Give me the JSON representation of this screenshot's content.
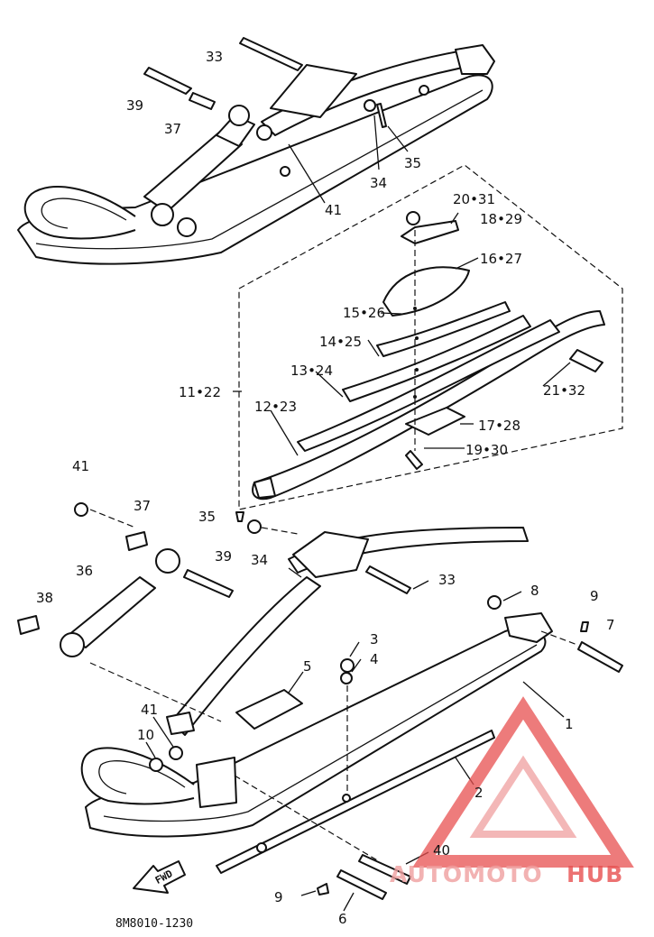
{
  "labels": {
    "l33a": "33",
    "l39a": "39",
    "l37a": "37",
    "l41a": "41",
    "l34a": "34",
    "l35a": "35",
    "l2031": "20•31",
    "l1829": "18•29",
    "l1627": "16•27",
    "l1526": "15•26",
    "l1425": "14•25",
    "l1324": "13•24",
    "l1122": "11•22",
    "l1223": "12•23",
    "l2132": "21•32",
    "l1728": "17•28",
    "l1930": "19•30",
    "l41b": "41",
    "l37b": "37",
    "l35b": "35",
    "l34b": "34",
    "l39b": "39",
    "l36": "36",
    "l33b": "33",
    "l38": "38",
    "l8": "8",
    "l9a": "9",
    "l7": "7",
    "l3": "3",
    "l4": "4",
    "l5": "5",
    "l1": "1",
    "l41c": "41",
    "l10": "10",
    "l2": "2",
    "l40": "40",
    "l9b": "9",
    "l6": "6"
  },
  "fwd_label": "FWD",
  "diagram_code": "8M8010-1230",
  "watermark": {
    "part1": "AUTOMOTO",
    "part2": "HUB",
    "color_main": "#f0a0a0",
    "color_accent": "#e85050"
  }
}
